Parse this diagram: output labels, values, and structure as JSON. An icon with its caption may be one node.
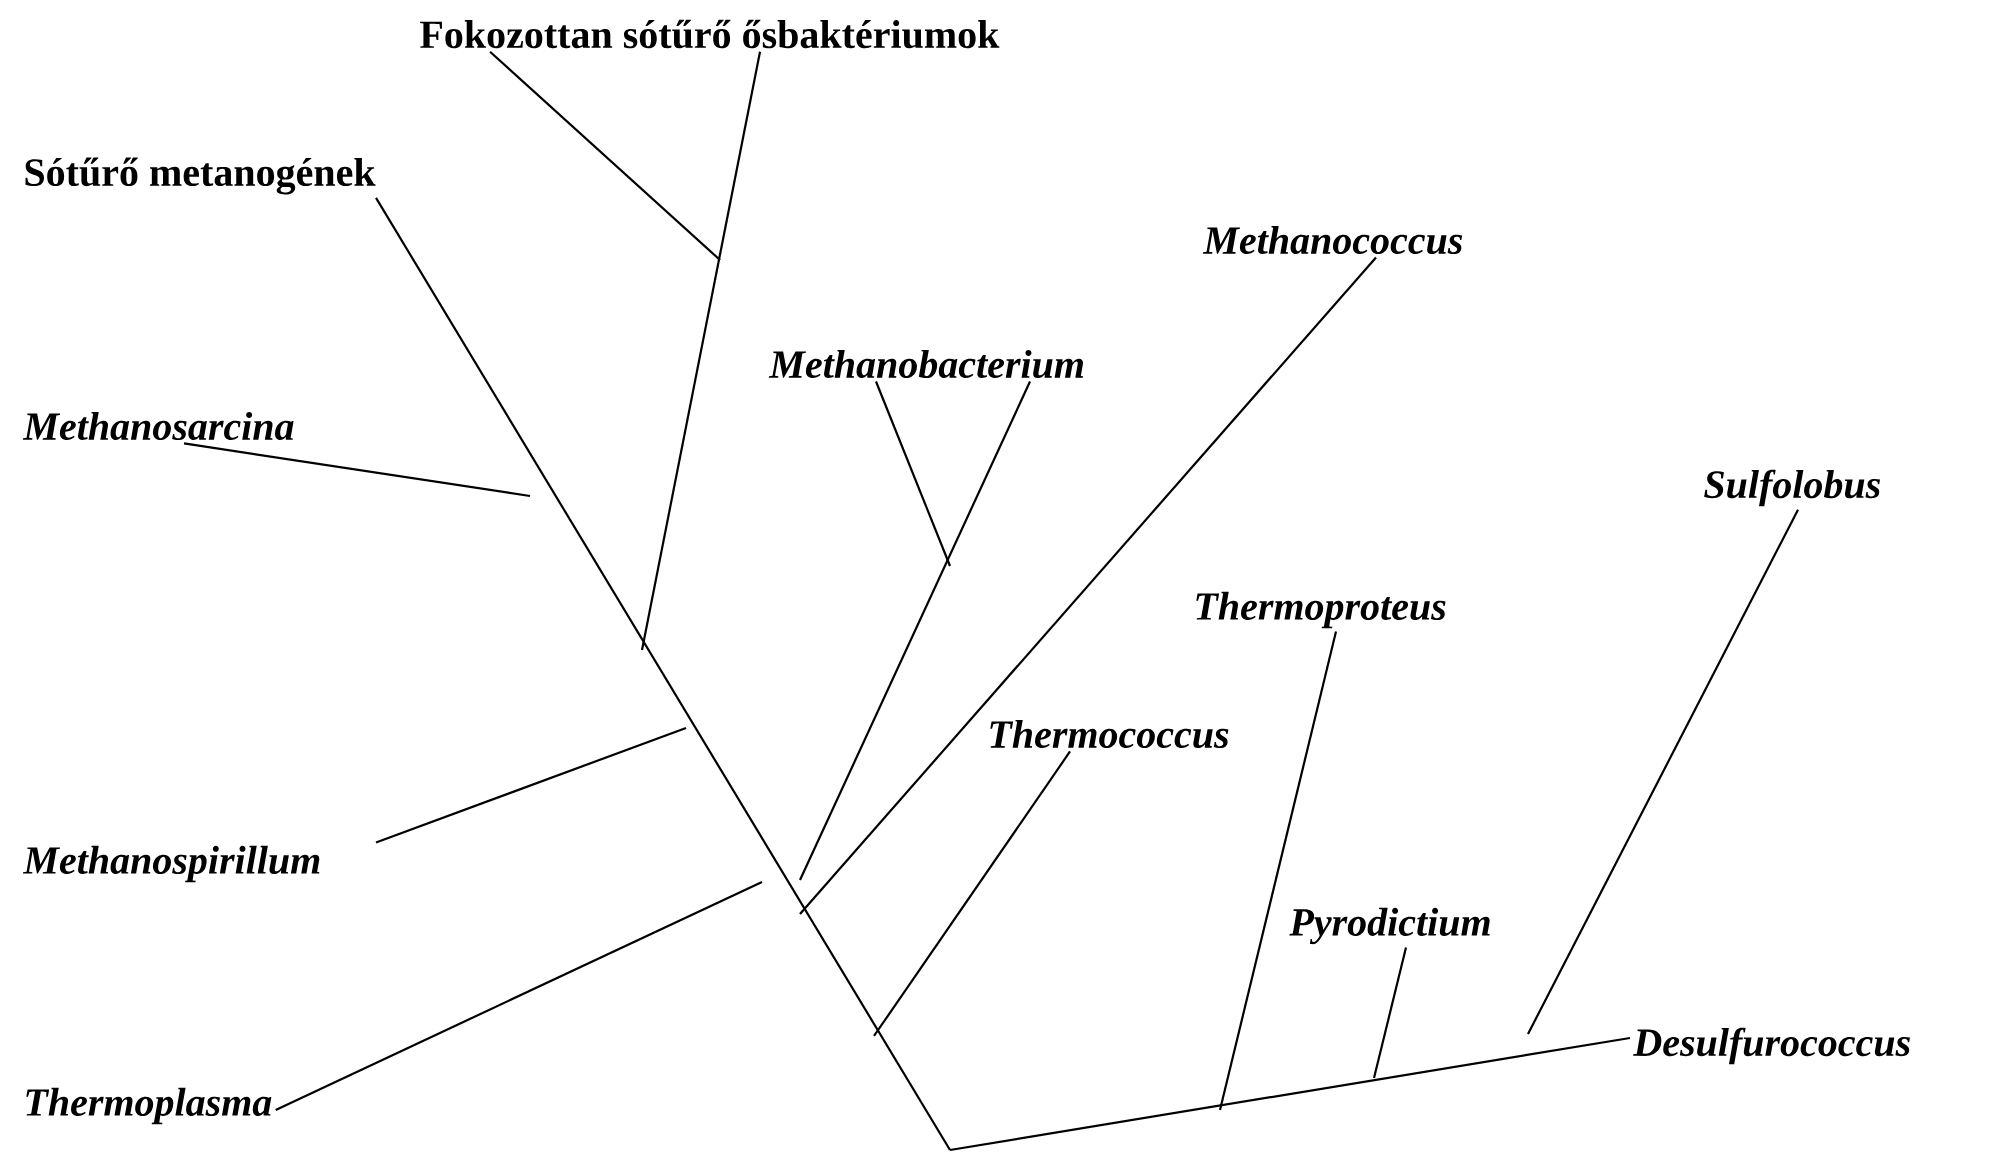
{
  "diagram": {
    "nodes": [
      {
        "text": [
          "Fokozottan sótűrő ősbaktériumok"
        ]
      },
      {
        "text": [
          "Sótűrő metanogének"
        ]
      },
      {
        "text": [
          "Methanosarcina"
        ]
      },
      {
        "text": [
          "Methanobacterium"
        ]
      },
      {
        "text": [
          "Methanococcus"
        ]
      },
      {
        "text": [
          "Sulfolobus"
        ]
      },
      {
        "text": [
          "Thermoproteus"
        ]
      },
      {
        "text": [
          "Thermococcus"
        ]
      },
      {
        "text": [
          "Pyrodictium"
        ]
      },
      {
        "text": [
          "Methanospirillum"
        ]
      },
      {
        "text": [
          "Desulfurococcus"
        ]
      },
      {
        "text": [
          "Thermoplasma"
        ]
      }
    ],
    "edges": [
      {
        "from": 0,
        "to": null,
        "arrow": "none"
      },
      {
        "from": 0,
        "to": null,
        "arrow": "none"
      },
      {
        "from": 1,
        "to": null,
        "arrow": "none"
      },
      {
        "from": 2,
        "to": null,
        "arrow": "none"
      },
      {
        "from": 3,
        "to": null,
        "arrow": "none"
      },
      {
        "from": 3,
        "to": null,
        "arrow": "none"
      },
      {
        "from": 4,
        "to": null,
        "arrow": "none"
      },
      {
        "from": 5,
        "to": null,
        "arrow": "none"
      },
      {
        "from": 6,
        "to": null,
        "arrow": "none"
      },
      {
        "from": 7,
        "to": null,
        "arrow": "none"
      },
      {
        "from": 8,
        "to": null,
        "arrow": "none"
      },
      {
        "from": 9,
        "to": null,
        "arrow": "none"
      },
      {
        "from": 10,
        "to": null,
        "arrow": "none"
      },
      {
        "from": 11,
        "to": null,
        "arrow": "none"
      }
    ]
  }
}
